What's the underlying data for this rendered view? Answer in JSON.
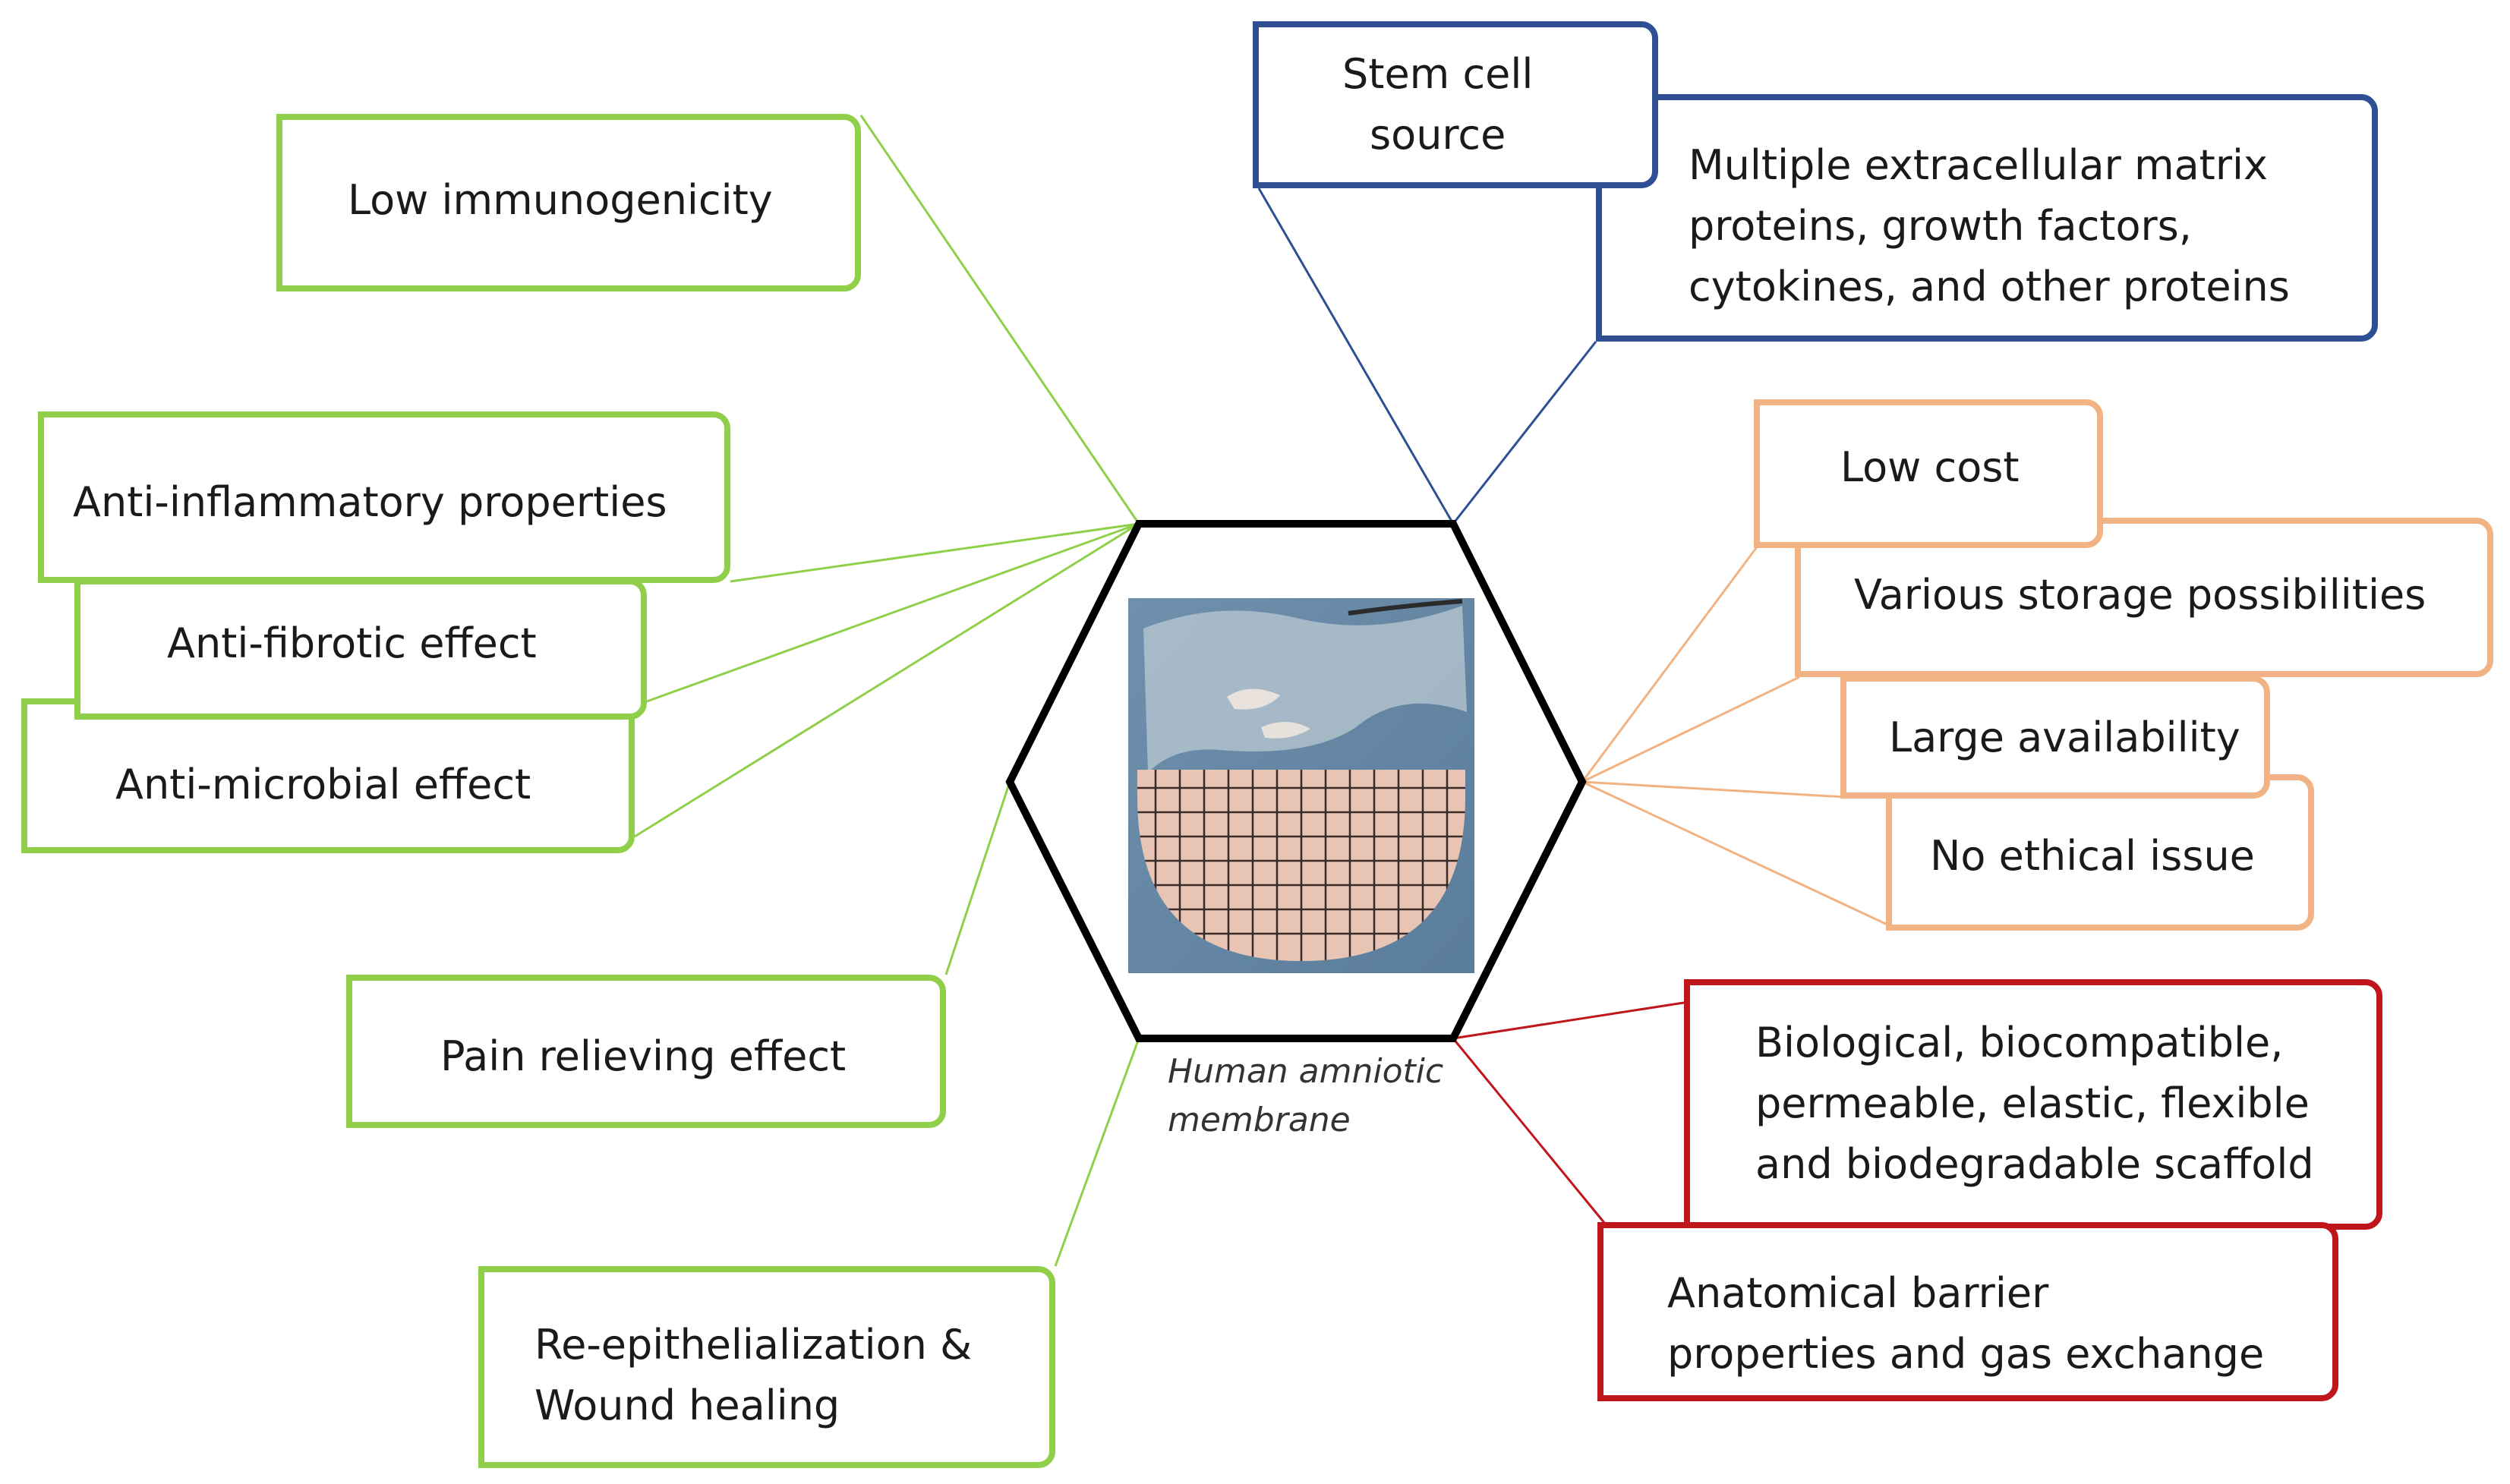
{
  "center": {
    "caption": "Human amniotic\nmembrane",
    "image": "amniotic-membrane-photo"
  },
  "groups": {
    "green": {
      "color": "#8fcf4a",
      "items": [
        "Low immunogenicity",
        "Anti-inflammatory properties",
        "Anti-fibrotic effect",
        "Anti-microbial effect",
        "Pain relieving effect",
        "Re-epithelialization &\nWound healing"
      ]
    },
    "blue": {
      "color": "#2e4f93",
      "items": [
        "Stem cell\nsource",
        "Multiple extracellular matrix\nproteins, growth factors,\ncytokines, and other proteins"
      ]
    },
    "orange": {
      "color": "#f2b384",
      "items": [
        "Low cost",
        "Various storage possibilities",
        "Large availability",
        "No ethical issue"
      ]
    },
    "red": {
      "color": "#c0161b",
      "items": [
        "Biological, biocompatible,\npermeable, elastic, flexible\nand biodegradable scaffold",
        "Anatomical barrier\nproperties and gas exchange"
      ]
    }
  }
}
